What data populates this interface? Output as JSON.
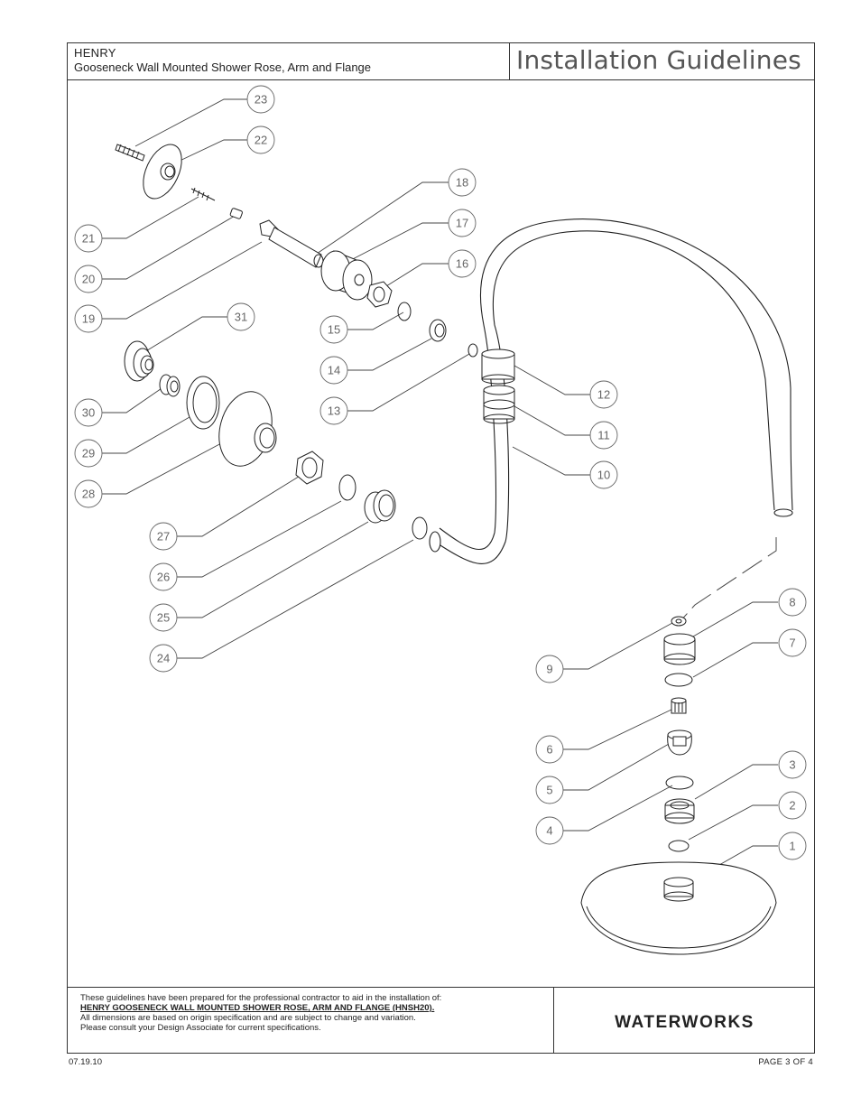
{
  "header": {
    "product_name": "HENRY",
    "product_description": "Gooseneck Wall Mounted Shower Rose, Arm and Flange",
    "document_title": "Installation Guidelines"
  },
  "diagram": {
    "callouts": [
      "1",
      "2",
      "3",
      "4",
      "5",
      "6",
      "7",
      "8",
      "9",
      "10",
      "11",
      "12",
      "13",
      "14",
      "15",
      "16",
      "17",
      "18",
      "19",
      "20",
      "21",
      "22",
      "23",
      "24",
      "25",
      "26",
      "27",
      "28",
      "29",
      "30",
      "31"
    ]
  },
  "footer": {
    "note_line_1": "These guidelines have been prepared for the professional contractor to aid in the installation of:",
    "note_line_2": "HENRY GOOSENECK WALL MOUNTED SHOWER ROSE, ARM AND FLANGE (HNSH20).",
    "note_line_3": "All dimensions are based on origin specification and are subject to change and variation.",
    "note_line_4": "Please consult your Design Associate for current specifications.",
    "brand": "WATERWORKS",
    "date": "07.19.10",
    "page": "PAGE 3 OF 4"
  }
}
